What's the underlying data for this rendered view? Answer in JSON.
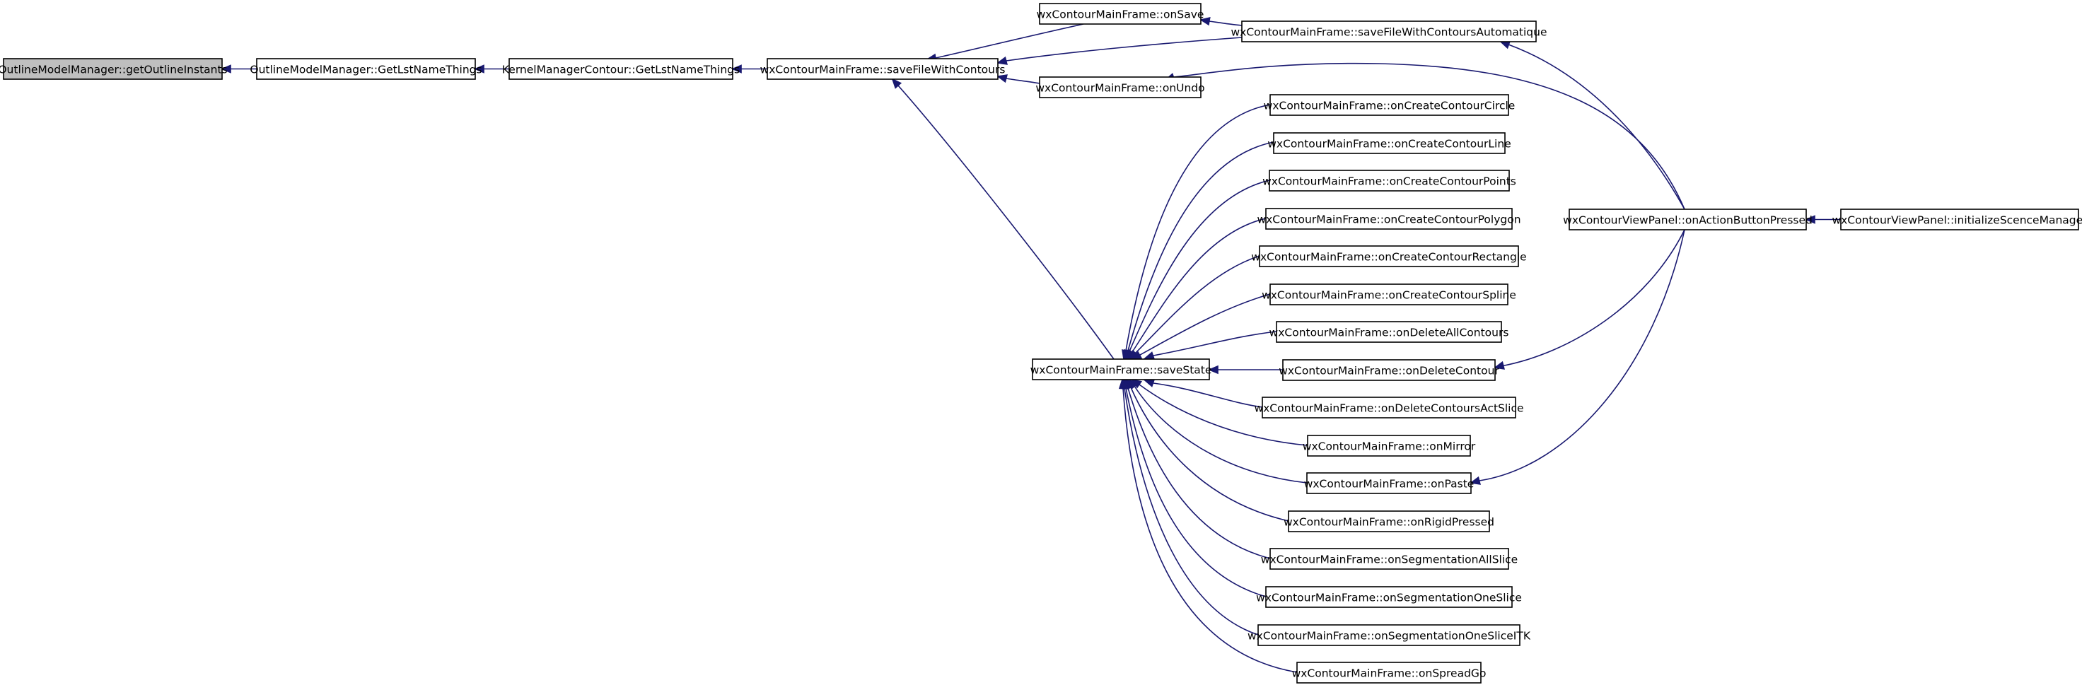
{
  "colors": {
    "edge": "#191970",
    "node_border": "#000000",
    "node_fill": "#ffffff",
    "root_fill": "#bfbfbf",
    "background": "#ffffff"
  },
  "nodes": [
    {
      "id": "n0",
      "label": "OutlineModelManager::getOutlineInstants",
      "root": true
    },
    {
      "id": "n1",
      "label": "OutlineModelManager::GetLstNameThings"
    },
    {
      "id": "n2",
      "label": "KernelManagerContour::GetLstNameThings"
    },
    {
      "id": "n3",
      "label": "wxContourMainFrame::saveFileWithContours"
    },
    {
      "id": "n4",
      "label": "wxContourMainFrame::onSave"
    },
    {
      "id": "n5",
      "label": "wxContourMainFrame::saveFileWithContoursAutomatique"
    },
    {
      "id": "n6",
      "label": "wxContourMainFrame::onUndo"
    },
    {
      "id": "n7",
      "label": "wxContourMainFrame::saveState"
    },
    {
      "id": "n8",
      "label": "wxContourMainFrame::onCreateContourCircle"
    },
    {
      "id": "n9",
      "label": "wxContourMainFrame::onCreateContourLine"
    },
    {
      "id": "n10",
      "label": "wxContourMainFrame::onCreateContourPoints"
    },
    {
      "id": "n11",
      "label": "wxContourMainFrame::onCreateContourPolygon"
    },
    {
      "id": "n12",
      "label": "wxContourMainFrame::onCreateContourRectangle"
    },
    {
      "id": "n13",
      "label": "wxContourMainFrame::onCreateContourSpline"
    },
    {
      "id": "n14",
      "label": "wxContourMainFrame::onDeleteAllContours"
    },
    {
      "id": "n15",
      "label": "wxContourMainFrame::onDeleteContour"
    },
    {
      "id": "n16",
      "label": "wxContourMainFrame::onDeleteContoursActSlice"
    },
    {
      "id": "n17",
      "label": "wxContourMainFrame::onMirror"
    },
    {
      "id": "n18",
      "label": "wxContourMainFrame::onPaste"
    },
    {
      "id": "n19",
      "label": "wxContourMainFrame::onRigidPressed"
    },
    {
      "id": "n20",
      "label": "wxContourMainFrame::onSegmentationAllSlice"
    },
    {
      "id": "n21",
      "label": "wxContourMainFrame::onSegmentationOneSlice"
    },
    {
      "id": "n22",
      "label": "wxContourMainFrame::onSegmentationOneSliceITK"
    },
    {
      "id": "n23",
      "label": "wxContourMainFrame::onSpreadGo"
    },
    {
      "id": "n24",
      "label": "wxContourViewPanel::onActionButtonPressed"
    },
    {
      "id": "n25",
      "label": "wxContourViewPanel::initializeScenceManager"
    }
  ],
  "edges": [
    {
      "from": "n1",
      "to": "n0"
    },
    {
      "from": "n2",
      "to": "n1"
    },
    {
      "from": "n3",
      "to": "n2"
    },
    {
      "from": "n4",
      "to": "n3"
    },
    {
      "from": "n5",
      "to": "n3"
    },
    {
      "from": "n6",
      "to": "n3"
    },
    {
      "from": "n7",
      "to": "n3"
    },
    {
      "from": "n5",
      "to": "n4"
    },
    {
      "from": "n24",
      "to": "n5"
    },
    {
      "from": "n24",
      "to": "n6"
    },
    {
      "from": "n8",
      "to": "n7"
    },
    {
      "from": "n9",
      "to": "n7"
    },
    {
      "from": "n10",
      "to": "n7"
    },
    {
      "from": "n11",
      "to": "n7"
    },
    {
      "from": "n12",
      "to": "n7"
    },
    {
      "from": "n13",
      "to": "n7"
    },
    {
      "from": "n14",
      "to": "n7"
    },
    {
      "from": "n15",
      "to": "n7"
    },
    {
      "from": "n16",
      "to": "n7"
    },
    {
      "from": "n17",
      "to": "n7"
    },
    {
      "from": "n18",
      "to": "n7"
    },
    {
      "from": "n19",
      "to": "n7"
    },
    {
      "from": "n20",
      "to": "n7"
    },
    {
      "from": "n21",
      "to": "n7"
    },
    {
      "from": "n22",
      "to": "n7"
    },
    {
      "from": "n23",
      "to": "n7"
    },
    {
      "from": "n24",
      "to": "n15"
    },
    {
      "from": "n24",
      "to": "n18"
    },
    {
      "from": "n25",
      "to": "n24"
    }
  ]
}
